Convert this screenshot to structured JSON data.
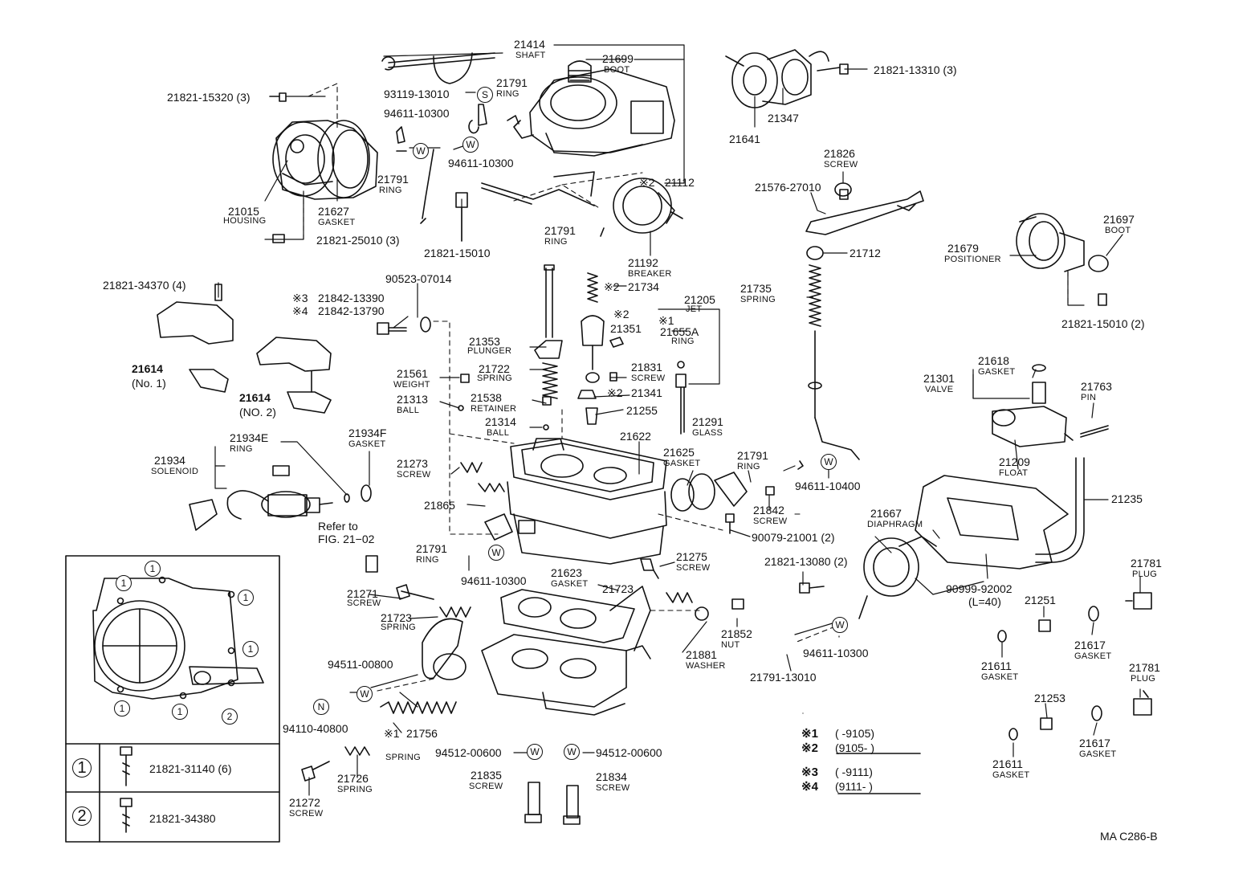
{
  "parts": [
    {
      "id": "p21414",
      "num": "21414",
      "sub": "SHAFT"
    },
    {
      "id": "p21699",
      "num": "21699",
      "sub": "BOOT"
    },
    {
      "id": "p21821_15320",
      "num": "21821-15320 (3)"
    },
    {
      "id": "p93119",
      "num": "93119-13010"
    },
    {
      "id": "p21791a",
      "num": "21791",
      "sub": "RING"
    },
    {
      "id": "p94611a",
      "num": "94611-10300"
    },
    {
      "id": "p94611b",
      "num": "94611-10300"
    },
    {
      "id": "p21791b",
      "num": "21791",
      "sub": "RING"
    },
    {
      "id": "p21015",
      "num": "21015",
      "sub": "HOUSING"
    },
    {
      "id": "p21627",
      "num": "21627",
      "sub": "GASKET"
    },
    {
      "id": "p21821_25010",
      "num": "21821-25010 (3)"
    },
    {
      "id": "p21821_15010",
      "num": "21821-15010"
    },
    {
      "id": "p21791c",
      "num": "21791",
      "sub": "RING"
    },
    {
      "id": "p21112",
      "num": "21112"
    },
    {
      "id": "p21192",
      "num": "21192",
      "sub": "BREAKER"
    },
    {
      "id": "p21641",
      "num": "21641"
    },
    {
      "id": "p21347",
      "num": "21347"
    },
    {
      "id": "p21821_13310",
      "num": "21821-13310 (3)"
    },
    {
      "id": "p21826",
      "num": "21826",
      "sub": "SCREW"
    },
    {
      "id": "p21576",
      "num": "21576-27010"
    },
    {
      "id": "p21712",
      "num": "21712"
    },
    {
      "id": "p21679",
      "num": "21679",
      "sub": "POSITIONER"
    },
    {
      "id": "p21697",
      "num": "21697",
      "sub": "BOOT"
    },
    {
      "id": "p21821_15010b",
      "num": "21821-15010 (2)"
    },
    {
      "id": "p21821_34370",
      "num": "21821-34370 (4)"
    },
    {
      "id": "p21842_13390",
      "num": "21842-13390"
    },
    {
      "id": "p21842_13790",
      "num": "21842-13790"
    },
    {
      "id": "p90523",
      "num": "90523-07014"
    },
    {
      "id": "p21734",
      "num": "21734"
    },
    {
      "id": "p21205",
      "num": "21205",
      "sub": "JET"
    },
    {
      "id": "p21351",
      "num": "21351"
    },
    {
      "id": "p21655A",
      "num": "21655A",
      "sub": "RING"
    },
    {
      "id": "p21353",
      "num": "21353",
      "sub": "PLUNGER"
    },
    {
      "id": "p21735",
      "num": "21735",
      "sub": "SPRING"
    },
    {
      "id": "p21614a",
      "num": "21614",
      "sub": "(No. 1)"
    },
    {
      "id": "p21614b",
      "num": "21614",
      "sub": "(NO. 2)"
    },
    {
      "id": "p21561",
      "num": "21561",
      "sub": "WEIGHT"
    },
    {
      "id": "p21722",
      "num": "21722",
      "sub": "SPRING"
    },
    {
      "id": "p21831",
      "num": "21831",
      "sub": "SCREW"
    },
    {
      "id": "p21313",
      "num": "21313",
      "sub": "BALL"
    },
    {
      "id": "p21538",
      "num": "21538",
      "sub": "RETAINER"
    },
    {
      "id": "p21341",
      "num": "21341"
    },
    {
      "id": "p21255",
      "num": "21255"
    },
    {
      "id": "p21314",
      "num": "21314",
      "sub": "BALL"
    },
    {
      "id": "p21618",
      "num": "21618",
      "sub": "GASKET"
    },
    {
      "id": "p21301",
      "num": "21301",
      "sub": "VALVE"
    },
    {
      "id": "p21763",
      "num": "21763",
      "sub": "PIN"
    },
    {
      "id": "p21934E",
      "num": "21934E",
      "sub": "RING"
    },
    {
      "id": "p21934F",
      "num": "21934F",
      "sub": "GASKET"
    },
    {
      "id": "p21934",
      "num": "21934",
      "sub": "SOLENOID"
    },
    {
      "id": "p21273",
      "num": "21273",
      "sub": "SCREW"
    },
    {
      "id": "p21622",
      "num": "21622"
    },
    {
      "id": "p21291",
      "num": "21291",
      "sub": "GLASS"
    },
    {
      "id": "p21625",
      "num": "21625",
      "sub": "GASKET"
    },
    {
      "id": "p21791d",
      "num": "21791",
      "sub": "RING"
    },
    {
      "id": "p94611c",
      "num": "94611-10400"
    },
    {
      "id": "p21842",
      "num": "21842",
      "sub": "SCREW"
    },
    {
      "id": "p21209",
      "num": "21209",
      "sub": "FLOAT"
    },
    {
      "id": "p21235",
      "num": "21235"
    },
    {
      "id": "p21865",
      "num": "21865"
    },
    {
      "id": "p90079",
      "num": "90079-21001 (2)"
    },
    {
      "id": "p21667",
      "num": "21667",
      "sub": "DIAPHRAGM"
    },
    {
      "id": "p21791e",
      "num": "21791",
      "sub": "RING"
    },
    {
      "id": "p94611d",
      "num": "94611-10300"
    },
    {
      "id": "p21275",
      "num": "21275",
      "sub": "SCREW"
    },
    {
      "id": "p21821_13080",
      "num": "21821-13080 (2)"
    },
    {
      "id": "p90999",
      "num": "90999-92002",
      "sub": "(L=40)"
    },
    {
      "id": "p21781a",
      "num": "21781",
      "sub": "PLUG"
    },
    {
      "id": "p21623",
      "num": "21623",
      "sub": "GASKET"
    },
    {
      "id": "p21723a",
      "num": "21723"
    },
    {
      "id": "p21271",
      "num": "21271",
      "sub": "SCREW"
    },
    {
      "id": "p21723b",
      "num": "21723",
      "sub": "SPRING"
    },
    {
      "id": "p21852",
      "num": "21852",
      "sub": "NUT"
    },
    {
      "id": "p21881",
      "num": "21881",
      "sub": "WASHER"
    },
    {
      "id": "p94611e",
      "num": "94611-10300"
    },
    {
      "id": "p21791_13010",
      "num": "21791-13010"
    },
    {
      "id": "p21251",
      "num": "21251"
    },
    {
      "id": "p21617a",
      "num": "21617",
      "sub": "GASKET"
    },
    {
      "id": "p21611a",
      "num": "21611",
      "sub": "GASKET"
    },
    {
      "id": "p21781b",
      "num": "21781",
      "sub": "PLUG"
    },
    {
      "id": "p94511",
      "num": "94511-00800"
    },
    {
      "id": "p94110",
      "num": "94110-40800"
    },
    {
      "id": "p21756",
      "num": "21756",
      "sub": "SPRING"
    },
    {
      "id": "p94512a",
      "num": "94512-00600"
    },
    {
      "id": "p94512b",
      "num": "94512-00600"
    },
    {
      "id": "p21253",
      "num": "21253"
    },
    {
      "id": "p21617b",
      "num": "21617",
      "sub": "GASKET"
    },
    {
      "id": "p21611b",
      "num": "21611",
      "sub": "GASKET"
    },
    {
      "id": "p21726",
      "num": "21726",
      "sub": "SPRING"
    },
    {
      "id": "p21272",
      "num": "21272",
      "sub": "SCREW"
    },
    {
      "id": "p21835",
      "num": "21835",
      "sub": "SCREW"
    },
    {
      "id": "p21834",
      "num": "21834",
      "sub": "SCREW"
    }
  ],
  "marks": {
    "s1": "※1",
    "s2": "※2",
    "s3": "※3",
    "s4": "※4",
    "w": "W",
    "s": "S",
    "n": "N"
  },
  "refer": {
    "line1": "Refer to",
    "line2": "FIG. 21−02"
  },
  "inset": {
    "c1": "1",
    "c2": "2",
    "row1_part": "21821-31140 (6)",
    "row2_part": "21821-34380"
  },
  "legend": [
    {
      "mark": "※1",
      "range": "(          -9105)"
    },
    {
      "mark": "※2",
      "range": "(9105-          )"
    },
    {
      "mark": "※3",
      "range": "(          -9111)"
    },
    {
      "mark": "※4",
      "range": "(9111-          )"
    }
  ],
  "code": "MA C286-B"
}
